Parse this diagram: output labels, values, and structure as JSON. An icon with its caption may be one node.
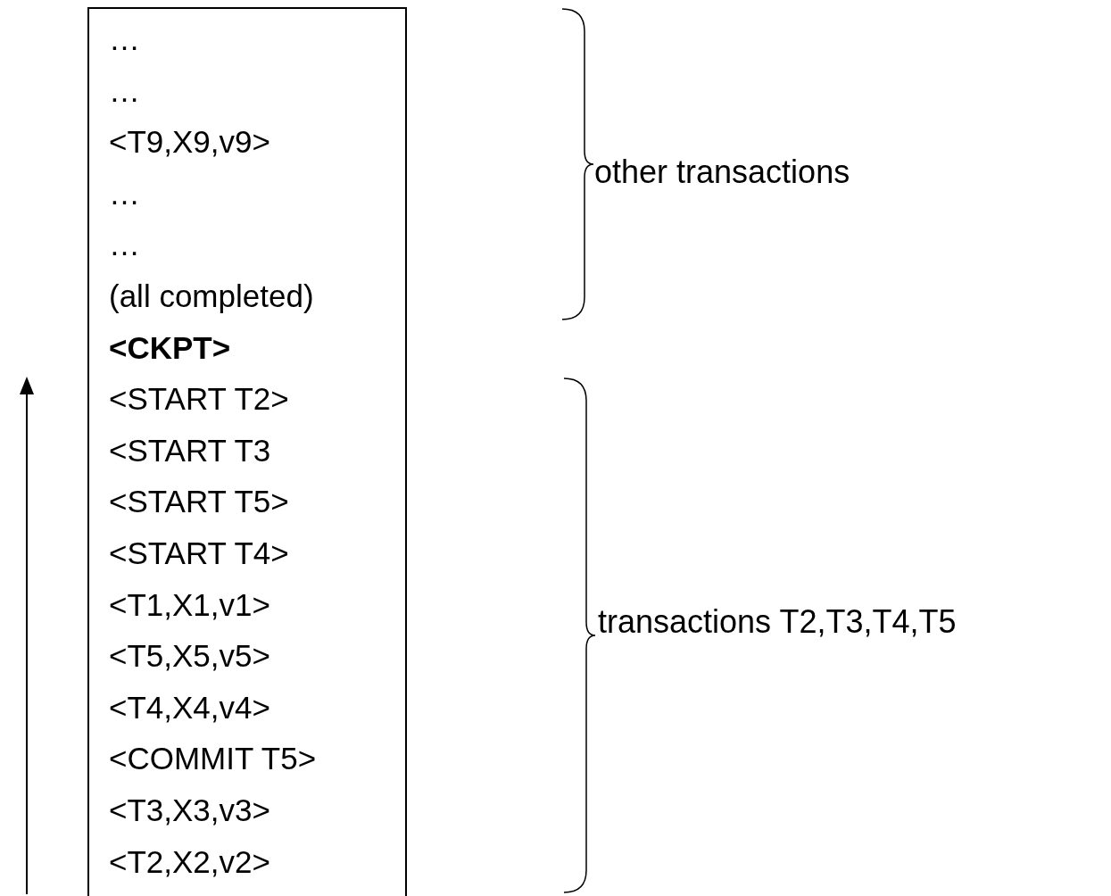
{
  "diagram": {
    "nodes": [
      {
        "text": [
          "…",
          "…",
          "<T9,X9,v9>",
          "…",
          "…",
          "(all completed)",
          "<CKPT>",
          "<START T2>",
          "<START T3",
          "<START T5>",
          "<START T4>",
          "<T1,X1,v1>",
          "<T5,X5,v5>",
          "<T4,X4,v4>",
          "<COMMIT T5>",
          "<T3,X3,v3>",
          "<T2,X2,v2>"
        ]
      }
    ],
    "edges": [],
    "labels": [
      "other transactions",
      "transactions T2,T3,T4,T5"
    ]
  }
}
